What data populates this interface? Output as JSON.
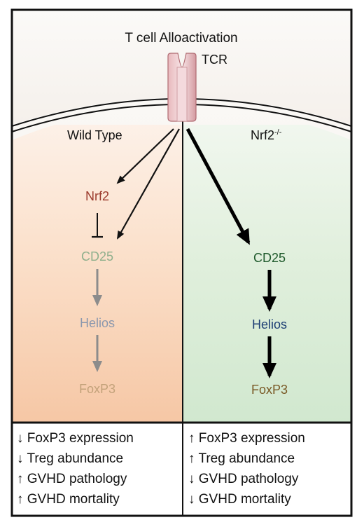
{
  "header": {
    "title": "T cell Alloactivation",
    "receptor": "TCR"
  },
  "panels": {
    "left": {
      "heading": "Wild Type",
      "nodes": [
        "Nrf2",
        "CD25",
        "Helios",
        "FoxP3"
      ]
    },
    "right": {
      "heading_base": "Nrf2",
      "heading_sup": "-/-",
      "nodes": [
        "CD25",
        "Helios",
        "FoxP3"
      ]
    }
  },
  "outcomes": {
    "left": [
      {
        "arrow": "↓",
        "text": "FoxP3 expression"
      },
      {
        "arrow": "↓",
        "text": "Treg abundance"
      },
      {
        "arrow": "↑",
        "text": "GVHD pathology"
      },
      {
        "arrow": "↑",
        "text": "GVHD mortality"
      }
    ],
    "right": [
      {
        "arrow": "↑",
        "text": "FoxP3 expression"
      },
      {
        "arrow": "↑",
        "text": "Treg abundance"
      },
      {
        "arrow": "↓",
        "text": "GVHD pathology"
      },
      {
        "arrow": "↓",
        "text": "GVHD mortality"
      }
    ]
  },
  "colors": {
    "nrf2": "#9b3a2c",
    "left_cd25": "#8faf8c",
    "left_helios": "#8a97ad",
    "left_foxp3": "#c3a27a",
    "right_cd25": "#1f5a2c",
    "right_helios": "#1d3e74",
    "right_foxp3": "#7a5a26",
    "left_fill": "#f6c9a8",
    "right_fill": "#d4ead3"
  }
}
